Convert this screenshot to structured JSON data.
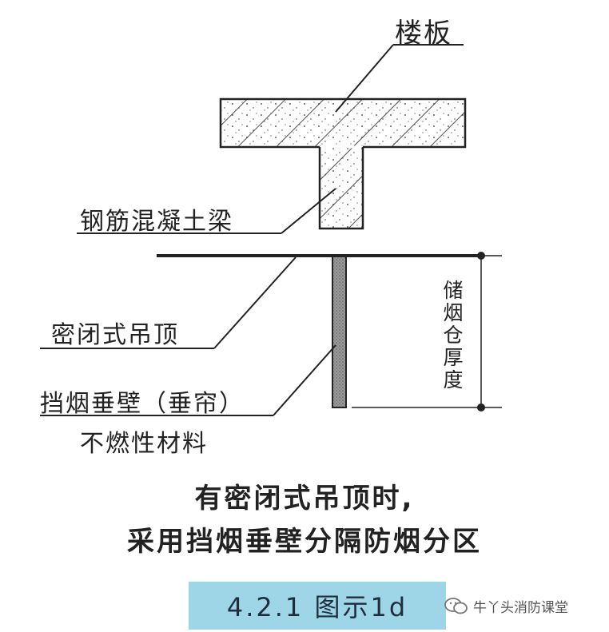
{
  "labels": {
    "floor_slab": "楼板",
    "rc_beam": "钢筋混凝土梁",
    "sealed_ceiling": "密闭式吊顶",
    "smoke_barrier_line1": "挡烟垂壁（垂帘）",
    "smoke_barrier_line2": "不燃性材料",
    "reservoir_depth": "储烟仓厚度"
  },
  "caption": {
    "line1": "有密闭式吊顶时,",
    "line2": "采用挡烟垂壁分隔防烟分区"
  },
  "figure_label": "4.2.1 图示1d",
  "watermark": {
    "text": "牛丫头消防课堂",
    "icon": "chat-bubbles-icon"
  },
  "colors": {
    "line": "#222222",
    "concrete_fill": "#ffffff",
    "barrier_fill": "#8a8a8a",
    "label_box": "#9ed6e8"
  }
}
